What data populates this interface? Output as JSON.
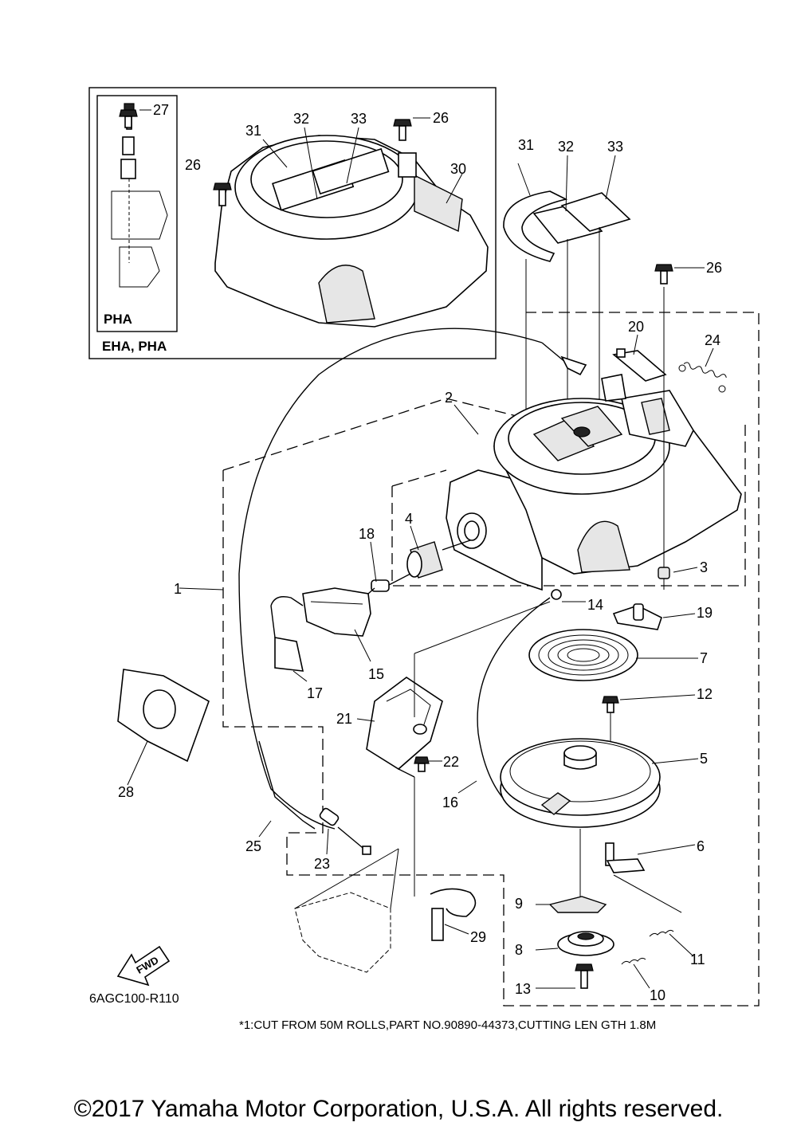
{
  "diagram": {
    "inset": {
      "outer_label": "EHA, PHA",
      "inner_label": "PHA",
      "callouts": [
        "27",
        "31",
        "32",
        "33",
        "26",
        "26",
        "30"
      ]
    },
    "callouts": [
      "1",
      "2",
      "3",
      "4",
      "5",
      "6",
      "7",
      "8",
      "9",
      "10",
      "11",
      "12",
      "13",
      "14",
      "15",
      "16",
      "17",
      "18",
      "19",
      "20",
      "21",
      "22",
      "23",
      "24",
      "25",
      "26",
      "28",
      "29",
      "31",
      "32",
      "33"
    ],
    "fwd_label": "FWD",
    "code": "6AGC100-R110",
    "footnote": "*1:CUT FROM 50M ROLLS,PART NO.90890-44373,CUTTING LEN GTH 1.8M",
    "copyright": "©2017 Yamaha Motor Corporation, U.S.A. All rights reserved."
  }
}
